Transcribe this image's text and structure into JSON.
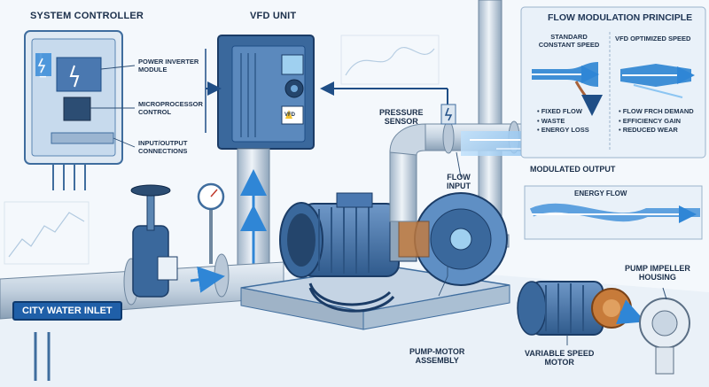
{
  "labels": {
    "system_controller": "SYSTEM CONTROLLER",
    "vfd_unit": "VFD UNIT",
    "vfd_badge": "VFD",
    "power_inverter": "POWER INVERTER\nMODULE",
    "microprocessor": "MICROPROCESSOR\nCONTROL",
    "io_connections": "INPUT/OUTPUT\nCONNECTIONS",
    "pressure_sensor": "PRESSURE\nSENSOR",
    "flow_input": "FLOW\nINPUT",
    "city_water_inlet": "CITY WATER INLET",
    "pump_motor_assembly": "PUMP-MOTOR\nASSEMBLY",
    "variable_speed_motor": "VARIABLE SPEED\nMOTOR",
    "pump_impeller_housing": "PUMP IMPELLER\nHOUSING",
    "modulated_output": "MODULATED OUTPUT",
    "energy_flow": "ENERGY FLOW"
  },
  "panel": {
    "title": "FLOW MODULATION PRINCIPLE",
    "left_heading": "STANDARD\nCONSTANT SPEED",
    "right_heading": "VFD OPTIMIZED SPEED",
    "left_items": [
      "• FIXED FLOW",
      "• WASTE",
      "• ENERGY LOSS"
    ],
    "right_items": [
      "• FLOW FRCH DEMAND",
      "• EFFICIENCY GAIN",
      "• REDUCED WEAR"
    ]
  },
  "colors": {
    "pipe": "#c9d6e3",
    "pipe_edge": "#6f879f",
    "accent": "#2f86d6",
    "dark": "#1f4e86",
    "panel_bg": "#e9f1f9",
    "motor": "#4a78b0"
  }
}
